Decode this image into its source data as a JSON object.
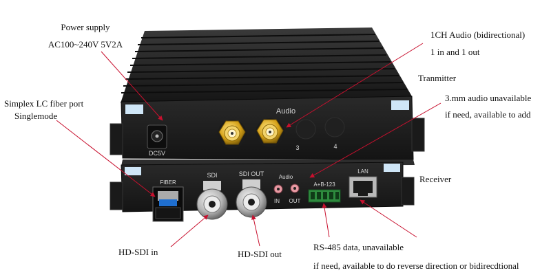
{
  "annotations": {
    "power_supply_title": "Power supply",
    "power_supply_spec": "AC100~240V 5V2A",
    "audio_title": "1CH Audio (bidirectional)",
    "audio_io": "1 in and 1 out",
    "transmitter": "Tranmitter",
    "audio_unavailable": "3.mm audio unavailable",
    "audio_add": "if need, available to add",
    "fiber_port": "Simplex LC fiber port",
    "singlemode": "Singlemode",
    "receiver": "Receiver",
    "hdsdi_in": "HD-SDI in",
    "hdsdi_out": "HD-SDI out",
    "rs485": "RS-485 data, unavailable",
    "rs485_note": "if need, available to do reverse direction or bidirecdtional"
  },
  "panel_labels": {
    "audio": "Audio",
    "ch3": "3",
    "ch4": "4",
    "dc5v": "DC5V",
    "fiber": "FIBER",
    "sdi": "SDI",
    "sdi_out": "SDI OUT",
    "audio_small": "Audio",
    "in": "IN",
    "out": "OUT",
    "rs485": "A+B-123",
    "lan": "LAN"
  },
  "colors": {
    "device_body": "#1c1c1c",
    "arrow": "#c8102e",
    "gold": "#d4a017",
    "terminal_green": "#2e8b3e"
  }
}
